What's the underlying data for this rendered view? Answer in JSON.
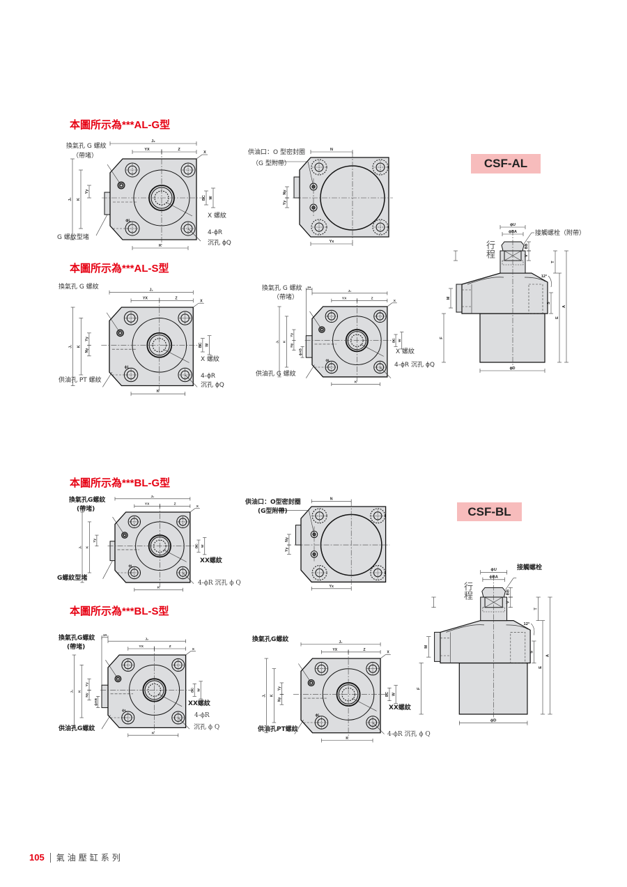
{
  "page": {
    "number": "105",
    "series": "氣油壓缸系列"
  },
  "al": {
    "tag": "CSF-AL",
    "g_title": "本圖所示為***AL-G型",
    "s_title": "本圖所示為***AL-S型",
    "g_top": {
      "vent": "換氣孔 G 螺紋",
      "vent_sub": "（帶堵）",
      "plug": "G 螺紋型堵",
      "thread": "X 螺紋",
      "holes": "4-ϕR",
      "counterbore": "沉孔 ϕQ"
    },
    "g_port": {
      "supply": "供油口：O 型密封圈",
      "supply_sub": "（G 型附帶）"
    },
    "s_left": {
      "vent": "換氣孔 G 螺紋",
      "supply": "供油孔 PT 螺紋",
      "thread": "X 螺紋",
      "holes": "4-ϕR",
      "counterbore": "沉孔 ϕQ"
    },
    "s_right": {
      "vent": "換氣孔 G 螺紋",
      "vent_sub": "（帶堵）",
      "supply": "供油孔 G 螺紋",
      "thread": "X 螺紋",
      "holes_cb": "4-ϕR  沉孔 ϕQ"
    },
    "side": {
      "bolt": "接觸螺栓（附帶）",
      "stroke": "行程"
    }
  },
  "bl": {
    "tag": "CSF-BL",
    "g_title": "本圖所示為***BL-G型",
    "s_title": "本圖所示為***BL-S型",
    "g_top": {
      "vent": "換氣孔G螺紋",
      "vent_sub": "(帶堵)",
      "plug": "G螺紋型堵",
      "thread": "XX螺紋",
      "holes_cb": "4-ϕR  沉孔 ϕ Q"
    },
    "g_port": {
      "supply": "供油口：O型密封圈",
      "supply_sub": "(G型附帶)"
    },
    "s_left": {
      "vent": "換氣孔G螺紋",
      "vent_sub": "(帶堵)",
      "supply": "供油孔G螺紋",
      "thread": "XX螺紋",
      "holes": "4-ϕR",
      "counterbore": "沉孔 ϕ Q"
    },
    "s_right": {
      "vent": "換氣孔G螺紋",
      "supply": "供油孔PT螺紋",
      "thread": "XX螺紋",
      "holes_cb": "4-ϕR 沉孔 ϕ Q"
    },
    "side": {
      "bolt": "接觸螺栓",
      "stroke": "行程"
    }
  },
  "dims": {
    "J2": "J₂",
    "J1": "J₁",
    "YX": "YX",
    "Z": "Z",
    "X": "X",
    "K": "K",
    "Yy": "Yy",
    "Ny": "Ny",
    "BC": "BC",
    "W": "W",
    "N": "N",
    "Yx": "Yx",
    "JA": "JA",
    "phiAB": "ϕAB",
    "phiL": "ϕL",
    "phiU": "ϕU",
    "phiBA": "ϕBA",
    "BB": "BB",
    "V": "V",
    "T": "T",
    "angle": "12°",
    "S": "S",
    "A": "A",
    "E": "E",
    "M": "M",
    "F": "F",
    "phiD": "ϕD"
  },
  "colors": {
    "accent": "#e60012",
    "tag_bg": "#f7bcbc",
    "body_fill": "#dcdddf"
  }
}
